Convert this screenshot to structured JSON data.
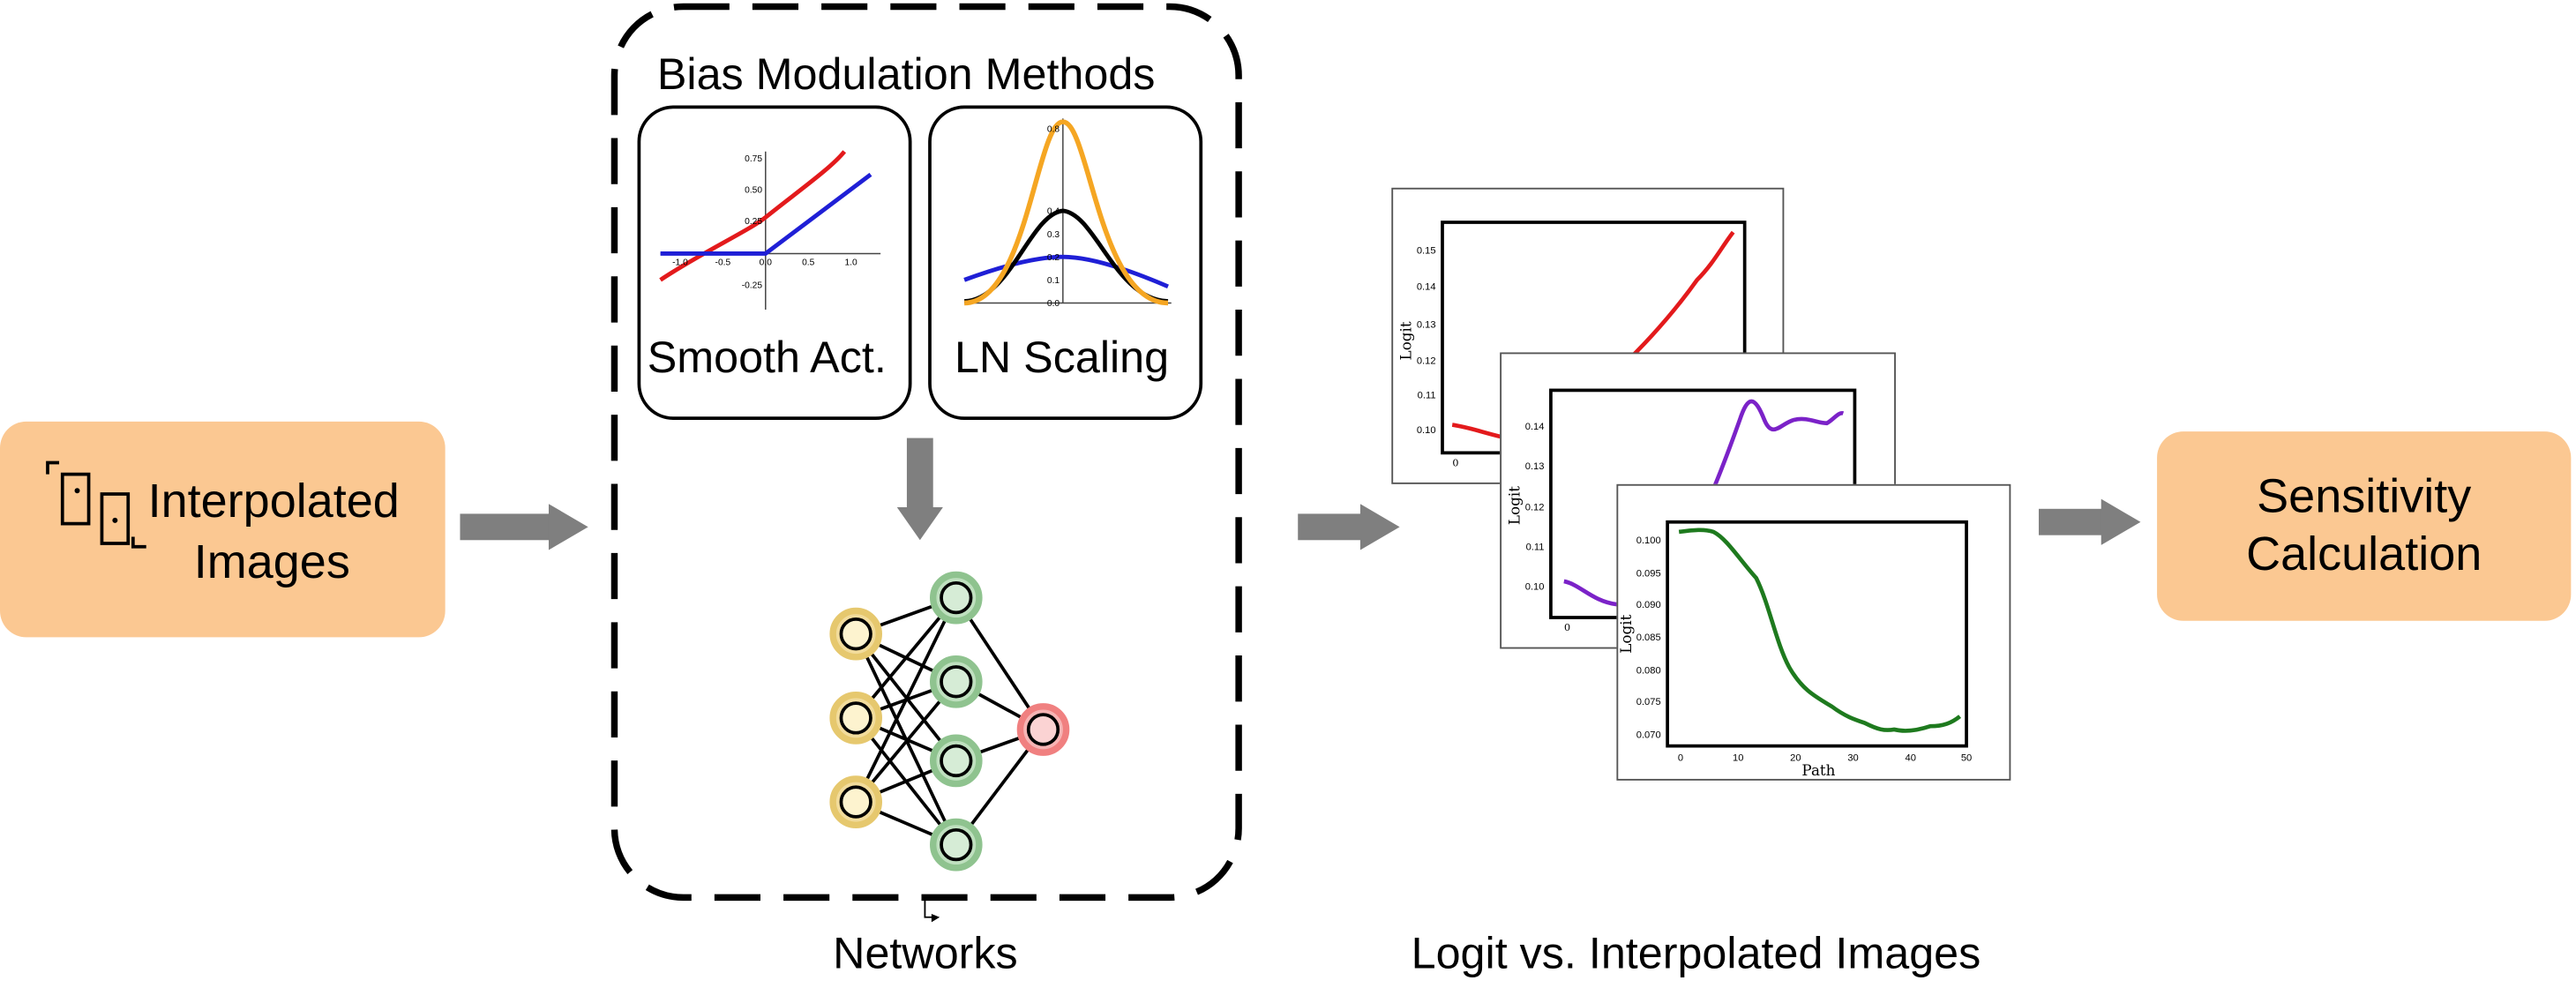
{
  "input_box": {
    "line1": "Interpolated",
    "line2": "Images"
  },
  "bias_section": {
    "title": "Bias Modulation Methods"
  },
  "methods": [
    {
      "label": "Smooth Act."
    },
    {
      "label": "LN Scaling"
    }
  ],
  "smooth_act_ticks": {
    "y": [
      "0.75",
      "0.50",
      "0.25",
      "-0.25"
    ],
    "x": [
      "-1.0",
      "-0.5",
      "0.0",
      "0.5",
      "1.0"
    ]
  },
  "ln_scaling_ticks": {
    "y": [
      "0.8",
      "0.4",
      "0.3",
      "0.2",
      "0.1",
      "0.0"
    ]
  },
  "networks_label": "Networks",
  "plots_label": "Logit vs. Interpolated Images",
  "plot_axes": {
    "ylabel": "Logit",
    "xlabel": "Path"
  },
  "plot1_ticks": {
    "y": [
      "0.15",
      "0.14",
      "0.13",
      "0.12",
      "0.11",
      "0.10"
    ],
    "x": [
      "0"
    ]
  },
  "plot2_ticks": {
    "y": [
      "0.14",
      "0.13",
      "0.12",
      "0.11",
      "0.10"
    ],
    "x": [
      "0"
    ]
  },
  "plot3_ticks": {
    "y": [
      "0.100",
      "0.095",
      "0.090",
      "0.085",
      "0.080",
      "0.075",
      "0.070"
    ],
    "x": [
      "0",
      "10",
      "20",
      "30",
      "40",
      "50"
    ]
  },
  "output_box": {
    "line1": "Sensitivity",
    "line2": "Calculation"
  },
  "colors": {
    "box_fill": "#fbc892",
    "arrow": "#7f7f7f",
    "red": "#e31a1c",
    "blue": "#1f1fd6",
    "orange": "#f5a623",
    "purple": "#7b22c8",
    "green": "#1e7a1e",
    "node_yellow": "#e6c86e",
    "node_green": "#8fc38f",
    "node_red": "#f08080"
  }
}
